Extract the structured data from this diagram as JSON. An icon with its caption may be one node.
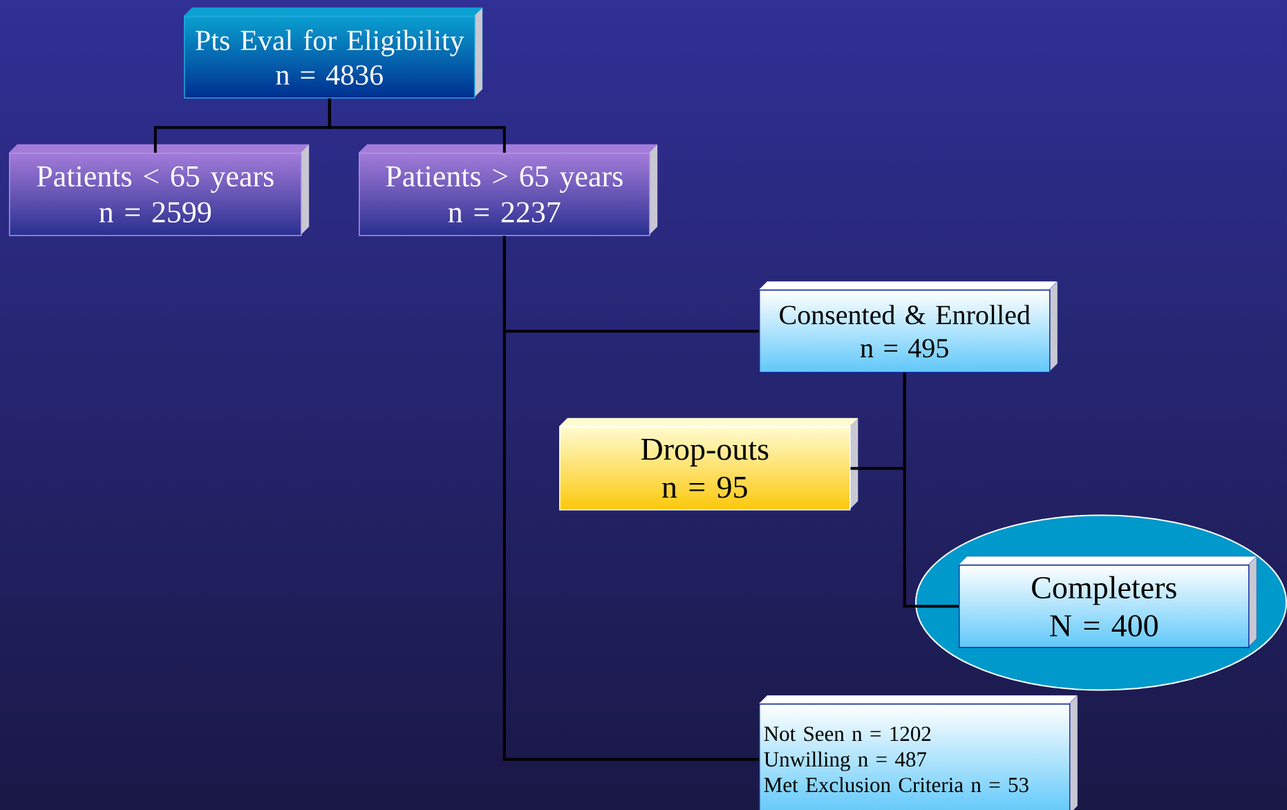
{
  "diagram": {
    "nodes": [
      {
        "text": [
          "Pts Eval for Eligibility",
          "n = 4836"
        ]
      },
      {
        "text": [
          "Patients < 65 years",
          "n = 2599"
        ]
      },
      {
        "text": [
          "Patients > 65 years",
          "n = 2237"
        ]
      },
      {
        "text": [
          "Consented & Enrolled",
          "n = 495"
        ]
      },
      {
        "text": [
          "Drop-outs",
          "n = 95"
        ]
      },
      {
        "text": [],
        "shape": "ellipse"
      },
      {
        "text": [
          "Completers",
          "N = 400"
        ],
        "in": 5
      },
      {
        "text": [
          "Not Seen n = 1202",
          "Unwilling n = 487",
          "Met Exclusion Criteria n = 53"
        ]
      }
    ],
    "edges": [
      {
        "from": 0,
        "to": 1,
        "arrow": "none"
      },
      {
        "from": 0,
        "to": 2,
        "arrow": "none"
      },
      {
        "from": 2,
        "to": 3,
        "arrow": "none"
      },
      {
        "from": 2,
        "to": 7,
        "arrow": "none"
      },
      {
        "from": 3,
        "to": 4,
        "arrow": "none"
      },
      {
        "from": 3,
        "to": 6,
        "arrow": "none"
      }
    ]
  }
}
